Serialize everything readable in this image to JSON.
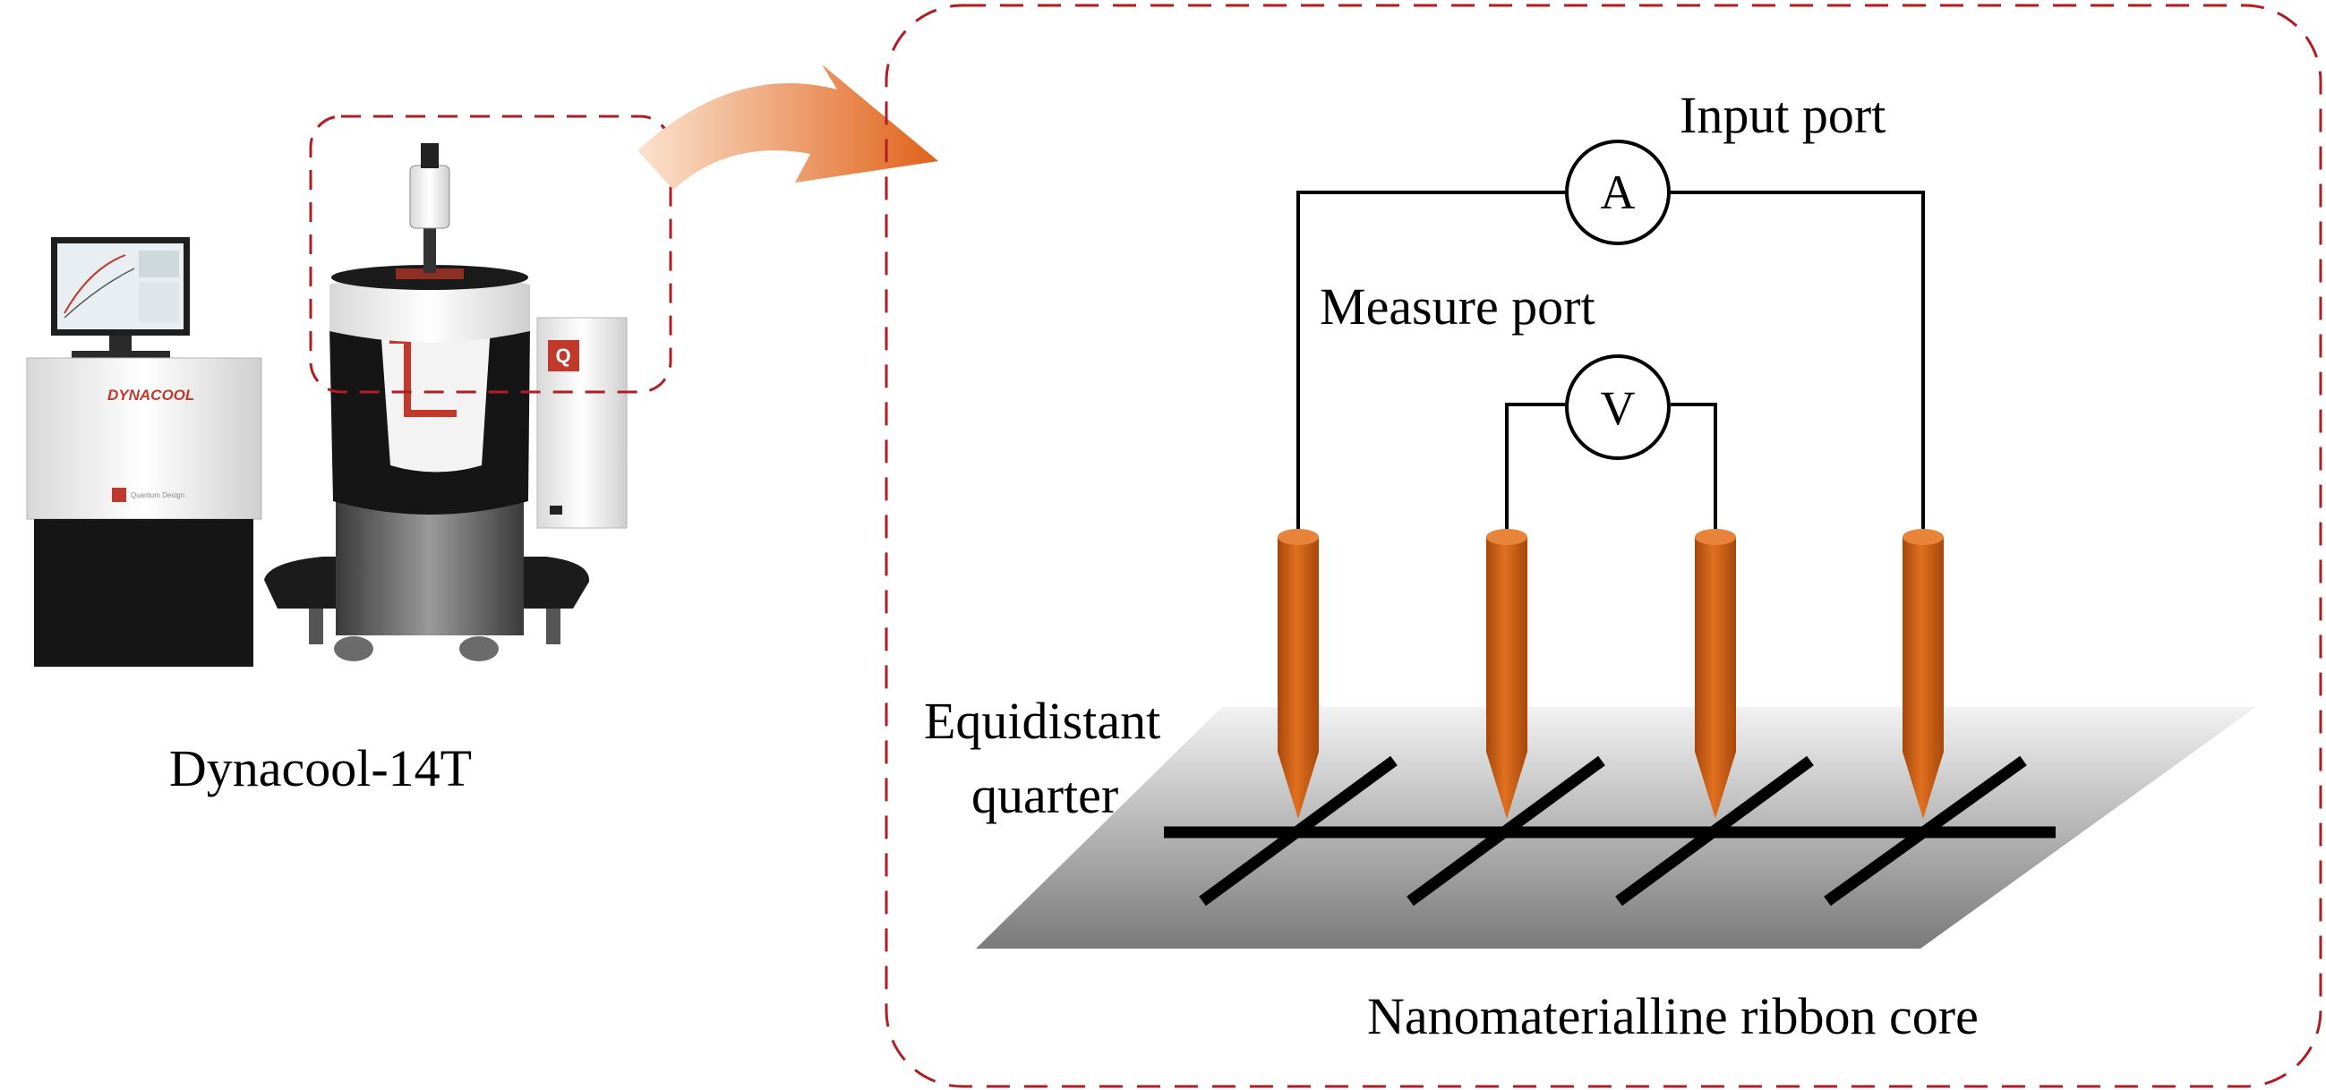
{
  "instrument": {
    "caption": "Dynacool-14T",
    "brand_label": "DYNACOOL",
    "maker_label": "Quantum Design",
    "logo_letter": "Q"
  },
  "circuit": {
    "input_port_label": "Input port",
    "measure_port_label": "Measure port",
    "ammeter_symbol": "A",
    "voltmeter_symbol": "V"
  },
  "sample": {
    "spacing_label_line1": "Equidistant",
    "spacing_label_line2": "quarter",
    "ribbon_label": "Nanomaterialline ribbon core"
  },
  "colors": {
    "dashed_border": "#b01e23",
    "probe": "#c65a11",
    "arrow": "#e8742a"
  }
}
